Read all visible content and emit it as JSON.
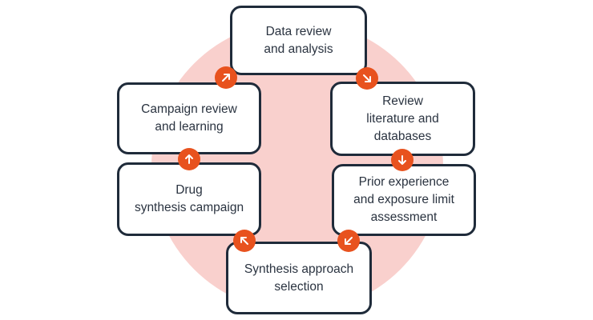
{
  "diagram": {
    "type": "cycle",
    "colors": {
      "accent": "#e8521e",
      "border": "#1f2b3a",
      "background_circle": "#f9d0cd",
      "text": "#2a3340"
    },
    "steps": [
      {
        "id": "data-review",
        "label": "Data review\nand analysis"
      },
      {
        "id": "review-literature",
        "label": "Review\nliterature and\ndatabases"
      },
      {
        "id": "prior-experience",
        "label": "Prior experience\nand exposure limit\nassessment"
      },
      {
        "id": "synthesis-approach",
        "label": "Synthesis approach\nselection"
      },
      {
        "id": "drug-synthesis",
        "label": "Drug\nsynthesis campaign"
      },
      {
        "id": "campaign-review",
        "label": "Campaign review\nand learning"
      }
    ],
    "arrows": [
      {
        "from": "campaign-review",
        "to": "data-review",
        "icon": "arrow-up-right-icon"
      },
      {
        "from": "data-review",
        "to": "review-literature",
        "icon": "arrow-down-right-icon"
      },
      {
        "from": "review-literature",
        "to": "prior-experience",
        "icon": "arrow-down-icon"
      },
      {
        "from": "prior-experience",
        "to": "synthesis-approach",
        "icon": "arrow-down-left-icon"
      },
      {
        "from": "synthesis-approach",
        "to": "drug-synthesis",
        "icon": "arrow-up-left-icon"
      },
      {
        "from": "drug-synthesis",
        "to": "campaign-review",
        "icon": "arrow-up-icon"
      }
    ]
  }
}
